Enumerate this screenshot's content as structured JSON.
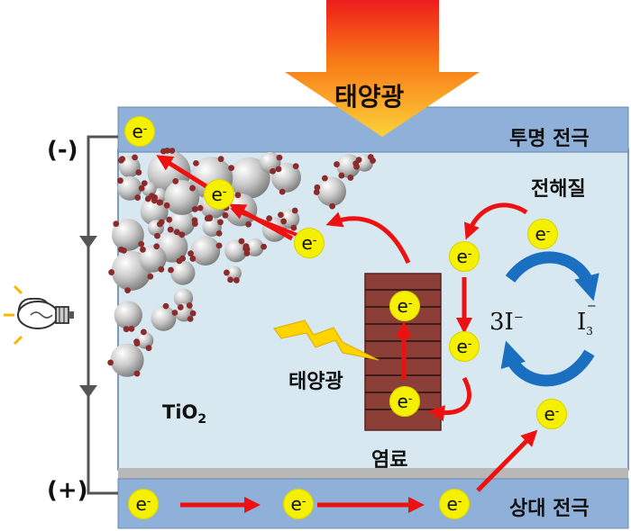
{
  "title_sunlight": "태양광",
  "top_electrode": "투명 전극",
  "counter_electrode": "상대 전극",
  "electrolyte": "전해질",
  "tio2": "TiO",
  "tio2_sub": "2",
  "dye": "염료",
  "dye_sunlight": "태양광",
  "minus_sign": "(-)",
  "plus_sign": "(+)",
  "electron": "e",
  "electron_charge": "-",
  "iodide": "3I",
  "iodide_charge": "−",
  "triiodide": "I",
  "triiodide_sub": "3",
  "triiodide_charge": "−",
  "colors": {
    "electrode": "#8fb0d8",
    "electrolyte": "#d7e8f0",
    "dye": "#8b3f36",
    "arrow_red": "#ee1111",
    "cycle_blue": "#1a6fc0",
    "electron": "#f4f000"
  },
  "icons": [
    "sun-arrow-icon",
    "lightning-icon",
    "light-bulb-icon",
    "redox-cycle-icon"
  ]
}
